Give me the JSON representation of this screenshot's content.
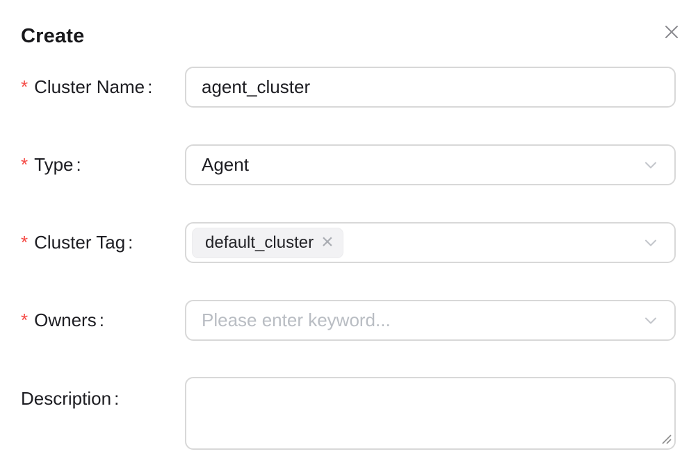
{
  "dialog": {
    "title": "Create"
  },
  "icons": {
    "close": "×",
    "chevron_down": "⌄",
    "tag_remove": "×",
    "resize_handle": "⟋"
  },
  "form": {
    "colon": ":",
    "required_marker": "*",
    "fields": {
      "cluster_name": {
        "label": "Cluster Name",
        "required": true,
        "type": "text",
        "value": "agent_cluster"
      },
      "type": {
        "label": "Type",
        "required": true,
        "type": "select",
        "value": "Agent"
      },
      "cluster_tag": {
        "label": "Cluster Tag",
        "required": true,
        "type": "multiselect",
        "tags": [
          "default_cluster"
        ]
      },
      "owners": {
        "label": "Owners",
        "required": true,
        "type": "select",
        "placeholder": "Please enter keyword..."
      },
      "description": {
        "label": "Description",
        "required": false,
        "type": "textarea",
        "value": ""
      }
    }
  },
  "colors": {
    "required_asterisk": "#f54a45",
    "input_border": "#d8d8d8",
    "placeholder": "#b9bdc3",
    "tag_background": "#f2f2f4",
    "text": "#1d1d22",
    "close_icon": "#8b8b90",
    "chevron_icon": "#c3c6cb"
  }
}
